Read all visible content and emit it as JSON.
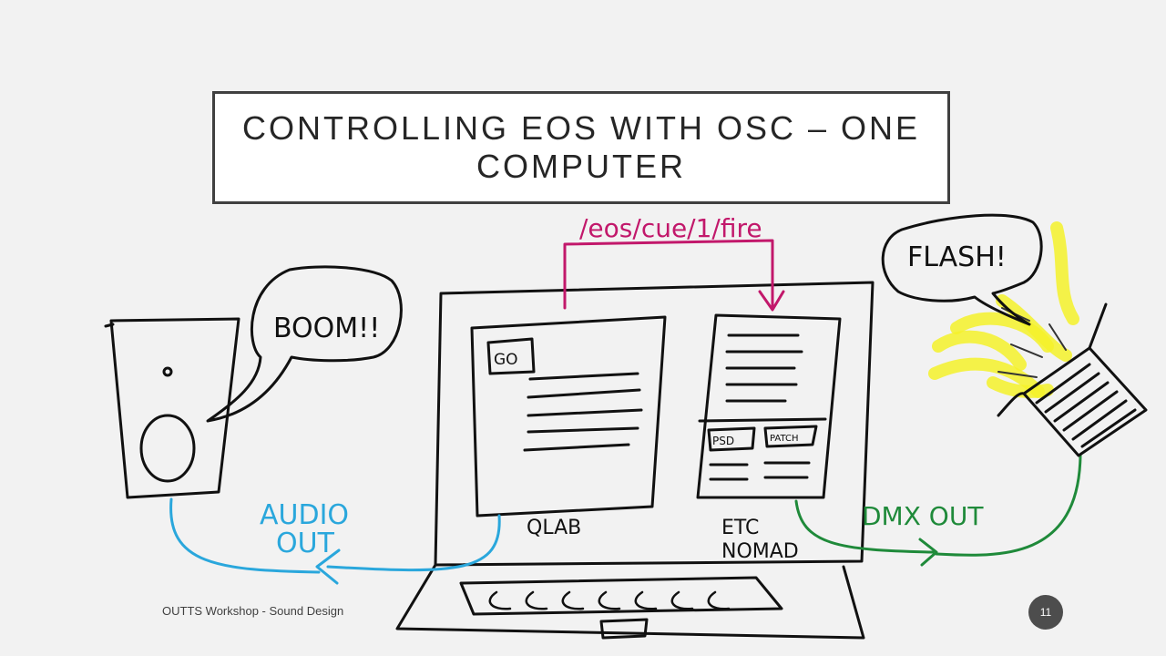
{
  "slide": {
    "title": "CONTROLLING EOS WITH OSC – ONE COMPUTER",
    "footer": "OUTTS Workshop - Sound Design",
    "page_number": "11"
  },
  "labels": {
    "osc_message": "/eos/cue/1/fire",
    "speaker_bubble": "BOOM!!",
    "light_bubble": "FLASH!",
    "go_button": "GO",
    "qlab": "QLAB",
    "etc": "ETC",
    "nomad": "NOMAD",
    "psd_tab": "PSD",
    "patch_tab": "PATCH",
    "audio_out_1": "AUDIO",
    "audio_out_2": "OUT",
    "dmx_out": "DMX OUT"
  },
  "colors": {
    "ink": "#111111",
    "osc": "#c2186b",
    "audio": "#2aa7dc",
    "dmx": "#1f8a3a",
    "flash": "#f5f22a"
  }
}
